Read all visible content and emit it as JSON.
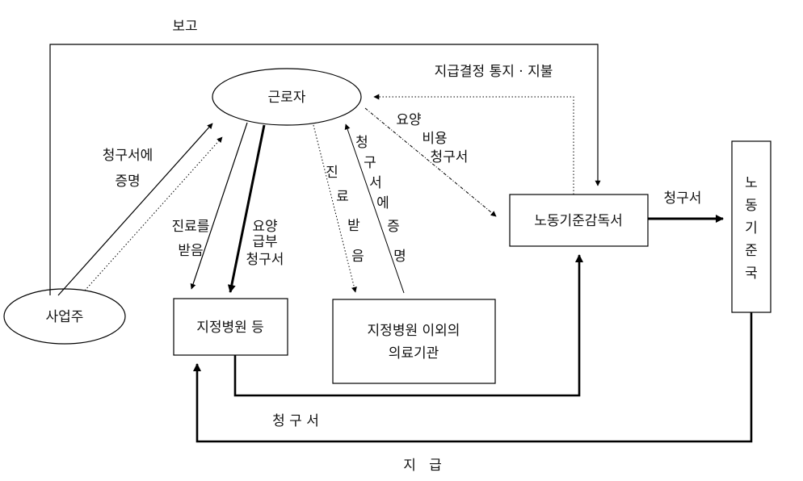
{
  "nodes": {
    "worker": "근로자",
    "employer": "사업주",
    "designated_hospital": "지정병원 등",
    "other_hospital_line1": "지정병원 이외의",
    "other_hospital_line2": "의료기관",
    "inspection_office": "노동기준감독서",
    "labor_bureau": [
      "노",
      "동",
      "기",
      "준",
      "국"
    ]
  },
  "labels": {
    "report": "보고",
    "decision_notice": "지급결정 통지 · 지불",
    "employer_certify_1": "청구서에",
    "employer_certify_2": "증명",
    "received_treatment_1": "진료를",
    "received_treatment_2": "받음",
    "care_claim_1": "요양",
    "care_claim_2": "급부",
    "care_claim_3": "청구서",
    "other_treatment_chars": [
      "진",
      "료",
      "받",
      "음"
    ],
    "other_certify_chars": [
      "청",
      "구",
      "서",
      "에",
      "증",
      "명"
    ],
    "care_cost_1": "요양",
    "care_cost_2": "비용",
    "care_cost_3": "청구서",
    "claim_to_bureau": "청구서",
    "claim_bottom": "청 구 서",
    "payment_bottom": "지   급"
  }
}
